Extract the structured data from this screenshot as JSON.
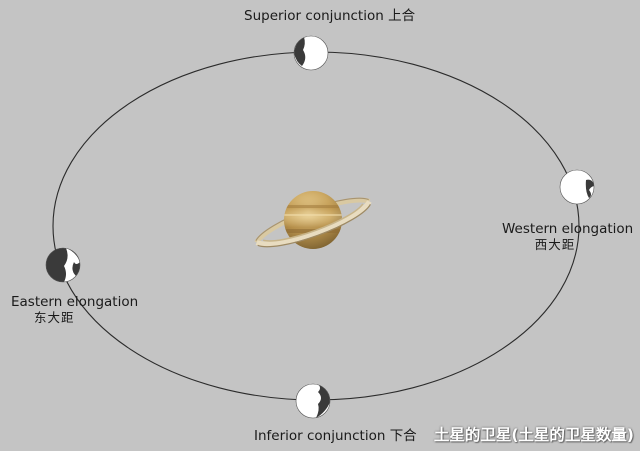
{
  "labels": {
    "superior": {
      "en": "Superior conjunction",
      "cn": "上合"
    },
    "western": {
      "en": "Western elongation",
      "cn": "西大距"
    },
    "eastern": {
      "en": "Eastern elongation",
      "cn": "东大距"
    },
    "inferior": {
      "en": "Inferior conjunction",
      "cn": "下合"
    }
  },
  "watermark": "土星的卫星(土星的卫星数量)",
  "colors": {
    "background": "#c4c4c4",
    "orbit": "#2b2b2b",
    "moon_lit": "#ffffff",
    "moon_dark": "#3a3a3a",
    "planet_body": "#c9a45c",
    "ring": "#e8dcc0"
  }
}
